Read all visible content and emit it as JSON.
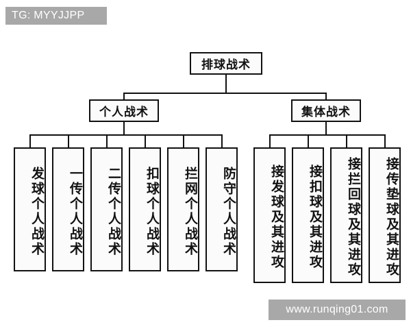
{
  "watermarks": {
    "top_left": "TG: MYYJJPP",
    "bottom_right": "www.runqing01.com"
  },
  "diagram": {
    "title": "排球战术",
    "type": "tree",
    "colors": {
      "background": "#ffffff",
      "box_border": "#111111",
      "box_fill": "#fbfbfb",
      "line": "#111111",
      "watermark_bg": "#a8a8a8",
      "watermark_text": "#ffffff"
    },
    "root": {
      "label": "排球战术"
    },
    "level2": [
      {
        "label": "个人战术"
      },
      {
        "label": "集体战术"
      }
    ],
    "individual_leaves": [
      {
        "label": "发球个人战术"
      },
      {
        "label": "一传个人战术"
      },
      {
        "label": "二传个人战术"
      },
      {
        "label": "扣球个人战术"
      },
      {
        "label": "拦网个人战术"
      },
      {
        "label": "防守个人战术"
      }
    ],
    "team_leaves": [
      {
        "label": "接发球及其进攻"
      },
      {
        "label": "接扣球及其进攻"
      },
      {
        "label": "接拦回球及其进攻"
      },
      {
        "label": "接传垫球及其进攻"
      }
    ]
  }
}
